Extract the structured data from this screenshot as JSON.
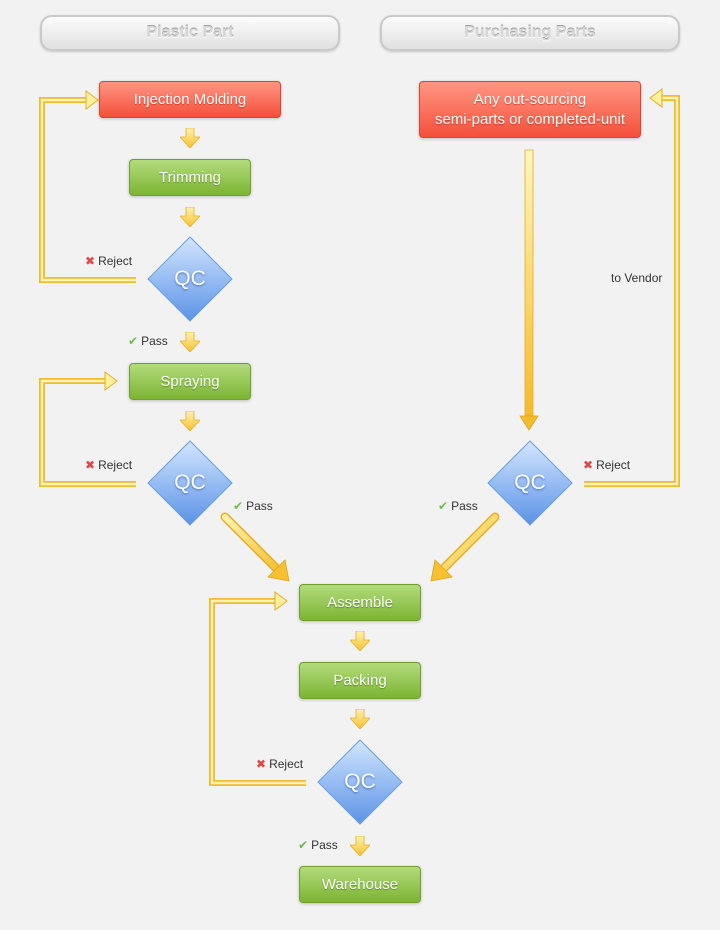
{
  "headers": {
    "plastic": "Plastic Part",
    "purchasing": "Purchasing Parts"
  },
  "boxes": {
    "injection_molding": "Injection Molding",
    "trimming": "Trimming",
    "outsourcing_line1": "Any out-sourcing",
    "outsourcing_line2": "semi-parts or completed-unit",
    "spraying": "Spraying",
    "assemble": "Assemble",
    "packing": "Packing",
    "warehouse": "Warehouse"
  },
  "decisions": {
    "qc1": "QC",
    "qc2": "QC",
    "qc3": "QC",
    "qc4": "QC"
  },
  "labels": {
    "reject1": "Reject",
    "pass1": "Pass",
    "reject2": "Reject",
    "pass2": "Pass",
    "reject3": "Reject",
    "pass3": "Pass",
    "reject4": "Reject",
    "pass4": "Pass",
    "to_vendor": "to Vendor"
  },
  "icons": {
    "reject": "cross-mark-icon",
    "pass": "check-mark-icon",
    "arrow": "block-arrow-icon"
  },
  "colors": {
    "process_box": "#86bf3c",
    "source_box": "#f75a45",
    "qc_diamond": "#6aa2ec",
    "arrow": "#f7c53d",
    "arrow_light": "#fff1a6"
  }
}
